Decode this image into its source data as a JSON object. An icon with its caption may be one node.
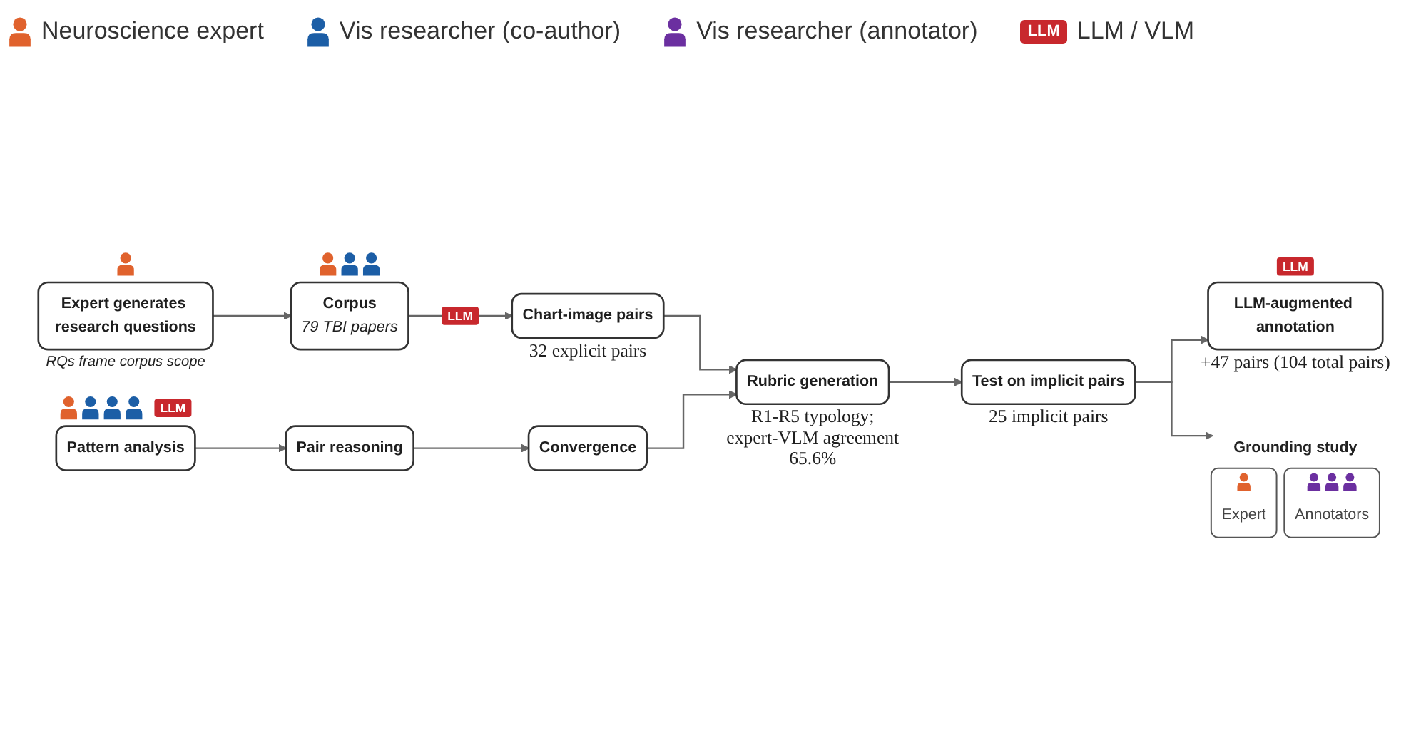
{
  "diagram": {
    "nodes": [
      {
        "text": [
          "Expert generates research questions"
        ],
        "beside": [
          "RQs frame corpus scope"
        ]
      },
      {
        "text": [
          "Corpus",
          "79 TBI papers"
        ]
      },
      {
        "text": [
          "Chart-image pairs"
        ],
        "beside": [
          "32 explicit pairs"
        ]
      },
      {
        "text": [
          "Pattern analysis"
        ],
        "beside": [
          "LLM"
        ]
      },
      {
        "text": [
          "Pair reasoning"
        ]
      },
      {
        "text": [
          "Convergence"
        ]
      },
      {
        "text": [
          "Rubric generation"
        ],
        "beside": [
          "R1-R5 typology; expert-VLM agreement 65.6%"
        ]
      },
      {
        "text": [
          "LLM-augmented annotation"
        ],
        "beside": [
          "LLM",
          "+47 pairs (104 total pairs)"
        ]
      },
      {
        "text": [
          "Test on implicit pairs"
        ],
        "beside": [
          "25 implicit pairs"
        ]
      },
      {
        "text": [
          "Grounding study"
        ]
      },
      {
        "text": [
          "Expert"
        ]
      },
      {
        "text": [
          "Annotators"
        ]
      }
    ],
    "edges": [
      {
        "from": 0,
        "to": 1,
        "arrow": "to"
      },
      {
        "from": 1,
        "to": 2,
        "arrow": "to",
        "label": "LLM"
      },
      {
        "from": 2,
        "to": 6,
        "arrow": "to"
      },
      {
        "from": 3,
        "to": 4,
        "arrow": "to"
      },
      {
        "from": 4,
        "to": 5,
        "arrow": "to"
      },
      {
        "from": 5,
        "to": 6,
        "arrow": "to"
      },
      {
        "from": 6,
        "to": 8,
        "arrow": "to"
      },
      {
        "from": 8,
        "to": 7,
        "arrow": "to"
      },
      {
        "from": 8,
        "to": 9,
        "arrow": "to"
      }
    ],
    "labels": [
      "LLM"
    ],
    "legend": [
      {
        "text": "Neuroscience expert",
        "color": "#e0622d"
      },
      {
        "text": "Vis researcher (co-author)",
        "color": "#1c5ea6"
      },
      {
        "text": "Vis researcher (annotator)",
        "color": "#6b2fa0"
      },
      {
        "text": "LLM / VLM",
        "color": "#c8282d"
      }
    ]
  }
}
